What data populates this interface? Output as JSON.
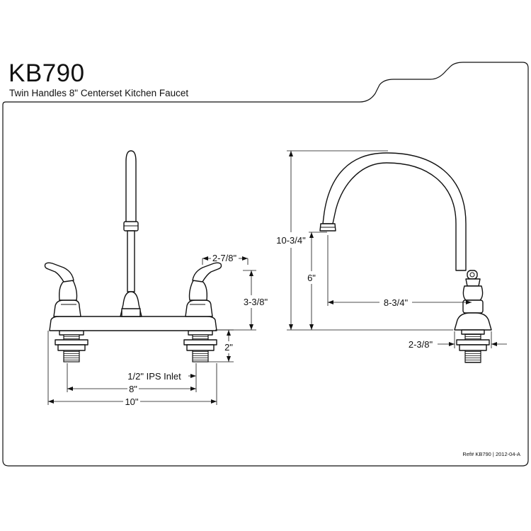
{
  "header": {
    "model": "KB790",
    "description": "Twin Handles 8\" Centerset Kitchen Faucet"
  },
  "dimensions": {
    "handle_height": "3-3/8\"",
    "handle_spread": "2-7/8\"",
    "shank_length": "2\"",
    "inlet": "1/2\" IPS Inlet",
    "centers": "8\"",
    "deck_width": "10\"",
    "total_height": "10-3/4\"",
    "spout_clearance": "6\"",
    "spout_reach": "8-3/4\"",
    "base_offset": "2-3/8\""
  },
  "footer": {
    "reference": "Ref# KB790 | 2012-04-A"
  }
}
